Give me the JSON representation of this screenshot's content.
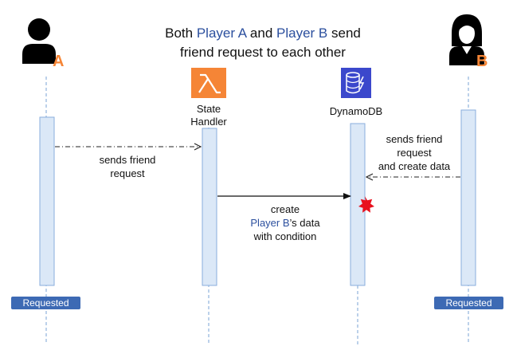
{
  "title": {
    "part1": "Both ",
    "player_a": "Player A",
    "part2": " and ",
    "player_b": "Player B",
    "part3": " send",
    "line2": "friend request to each other"
  },
  "actors": {
    "player_a": {
      "letter": "A",
      "icon": "person-icon",
      "accent": "#f58536"
    },
    "player_b": {
      "letter": "B",
      "icon": "woman-icon",
      "accent": "#f58536"
    }
  },
  "services": {
    "state_handler": {
      "label_line1": "State",
      "label_line2": "Handler",
      "icon": "lambda-icon",
      "color": "#f58536"
    },
    "dynamodb": {
      "label": "DynamoDB",
      "icon": "dynamodb-icon",
      "color": "#3b48cc"
    }
  },
  "messages": {
    "a_to_handler": {
      "line1": "sends friend",
      "line2": "request"
    },
    "b_to_dynamodb": {
      "line1": "sends friend",
      "line2": "request",
      "line3": "and create data"
    },
    "handler_to_dynamodb": {
      "line1": "create",
      "line2_highlight": "Player B",
      "line2_rest": "’s data",
      "line3": "with condition"
    }
  },
  "badges": {
    "player_a": "Requested",
    "player_b": "Requested"
  },
  "colors": {
    "activation_fill": "#dbe8f7",
    "activation_stroke": "#8aaedc",
    "badge": "#3d6ab4",
    "highlight_text": "#2b4f9e",
    "conflict_star": "#e8101d"
  }
}
